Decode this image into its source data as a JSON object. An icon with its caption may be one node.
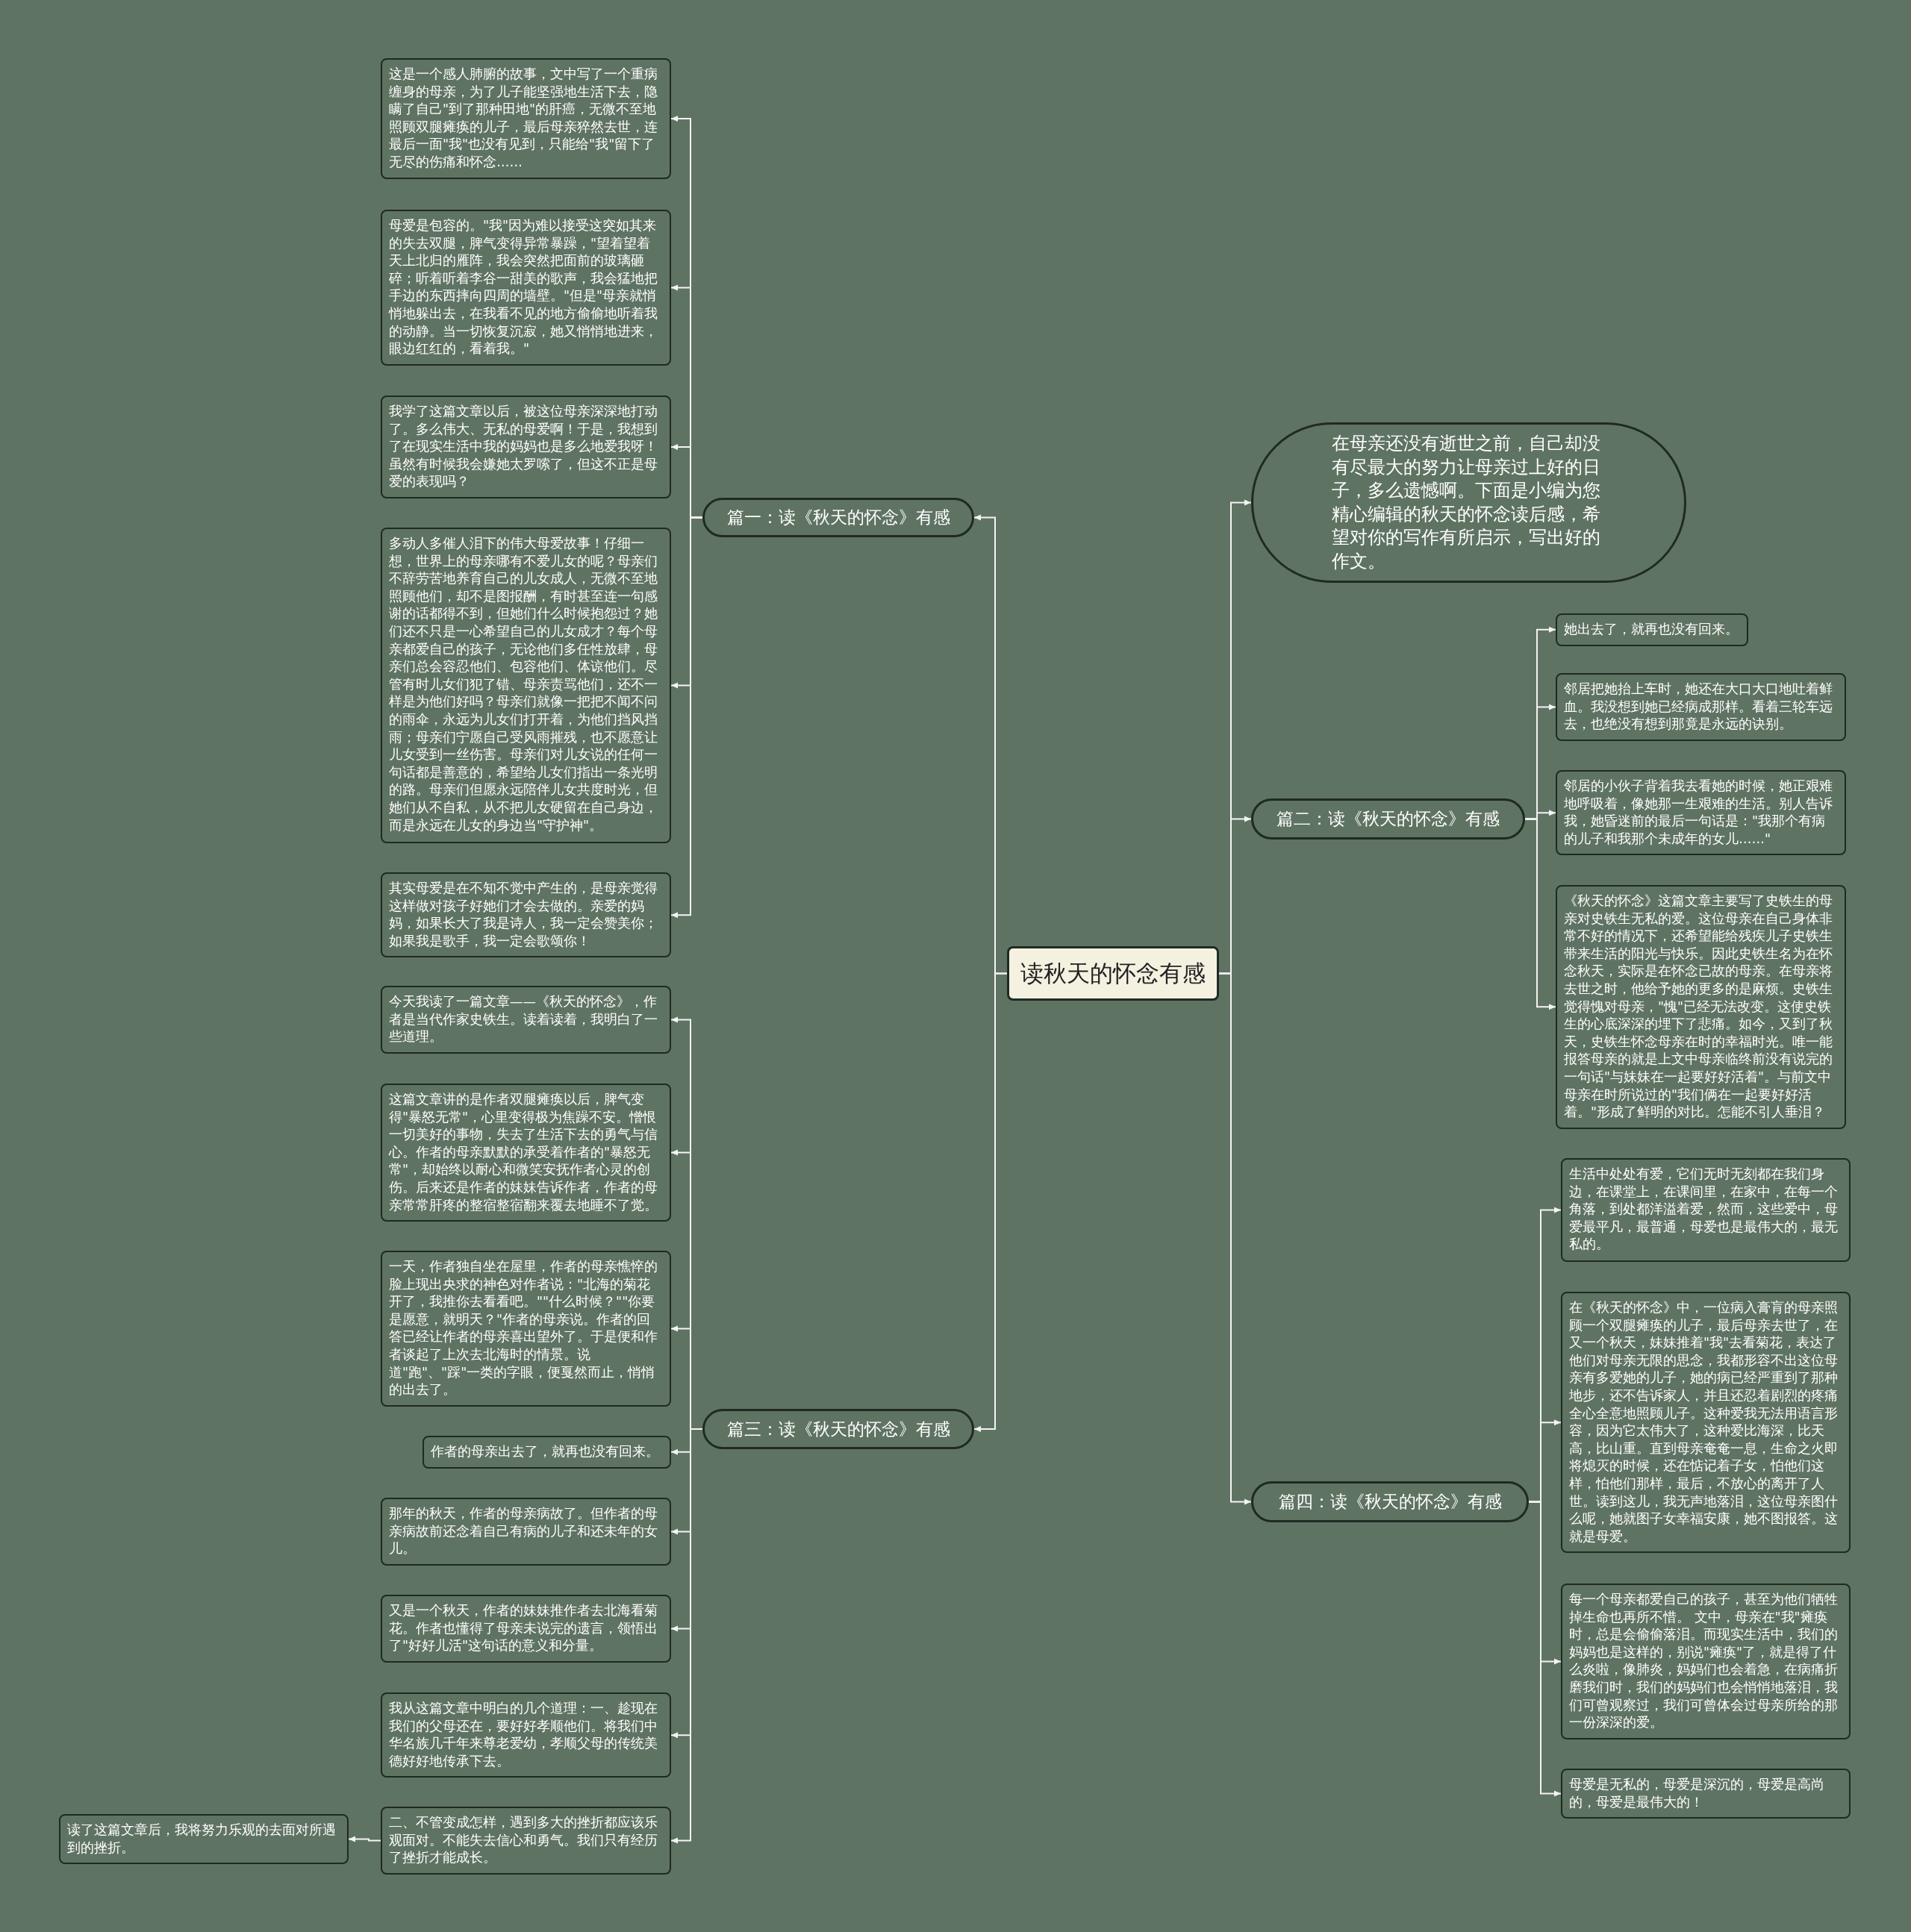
{
  "diagram": {
    "nodes": [
      {
        "text": [
          "读秋天的怀念有感"
        ]
      },
      {
        "text": [
          "在母亲还没有逝世之前，自己却没有尽最大的努力让母亲过上好的日子，多么遗憾啊。下面是小编为您精心编辑的秋天的怀念读后感，希望对你的写作有所启示，写出好的作文。"
        ]
      },
      {
        "text": [
          "篇一：读《秋天的怀念》有感"
        ]
      },
      {
        "text": [
          "这是一个感人肺腑的故事，文中写了一个重病缠身的母亲，为了儿子能坚强地生活下去，隐瞒了自己\"到了那种田地\"的肝癌，无微不至地照顾双腿瘫痪的儿子，最后母亲猝然去世，连最后一面\"我\"也没有见到，只能给\"我\"留下了无尽的伤痛和怀念……"
        ]
      },
      {
        "text": [
          "母爱是包容的。\"我\"因为难以接受这突如其来的失去双腿，脾气变得异常暴躁，\"望着望着天上北归的雁阵，我会突然把面前的玻璃砸碎；听着听着李谷一甜美的歌声，我会猛地把手边的东西摔向四周的墙壁。\"但是\"母亲就悄悄地躲出去，在我看不见的地方偷偷地听着我的动静。当一切恢复沉寂，她又悄悄地进来，眼边红红的，看着我。\""
        ]
      },
      {
        "text": [
          "我学了这篇文章以后，被这位母亲深深地打动了。多么伟大、无私的母爱啊！于是，我想到了在现实生活中我的妈妈也是多么地爱我呀！虽然有时候我会嫌她太罗嗦了，但这不正是母爱的表现吗？"
        ]
      },
      {
        "text": [
          "多动人多催人泪下的伟大母爱故事！仔细一想，世界上的母亲哪有不爱儿女的呢？母亲们不辞劳苦地养育自己的儿女成人，无微不至地照顾他们，却不是图报酬，有时甚至连一句感谢的话都得不到，但她们什么时候抱怨过？她们还不只是一心希望自己的儿女成才？每个母亲都爱自己的孩子，无论他们多任性放肆，母亲们总会容忍他们、包容他们、体谅他们。尽管有时儿女们犯了错、母亲责骂他们，还不一样是为他们好吗？母亲们就像一把把不闻不问的雨伞，永远为儿女们打开着，为他们挡风挡雨；母亲们宁愿自己受风雨摧残，也不愿意让儿女受到一丝伤害。母亲们对儿女说的任何一句话都是善意的，希望给儿女们指出一条光明的路。母亲们但愿永远陪伴儿女共度时光，但她们从不自私，从不把儿女硬留在自己身边，而是永远在儿女的身边当\"守护神\"。"
        ]
      },
      {
        "text": [
          "其实母爱是在不知不觉中产生的，是母亲觉得这样做对孩子好她们才会去做的。亲爱的妈妈，如果长大了我是诗人，我一定会赞美你；如果我是歌手，我一定会歌颂你！"
        ]
      },
      {
        "text": [
          "篇二：读《秋天的怀念》有感"
        ]
      },
      {
        "text": [
          "她出去了，就再也没有回来。"
        ]
      },
      {
        "text": [
          "邻居把她抬上车时，她还在大口大口地吐着鲜血。我没想到她已经病成那样。看着三轮车远去，也绝没有想到那竟是永远的诀别。"
        ]
      },
      {
        "text": [
          "邻居的小伙子背着我去看她的时候，她正艰难地呼吸着，像她那一生艰难的生活。别人告诉我，她昏迷前的最后一句话是：\"我那个有病的儿子和我那个未成年的女儿……\""
        ]
      },
      {
        "text": [
          "《秋天的怀念》这篇文章主要写了史铁生的母亲对史铁生无私的爱。这位母亲在自己身体非常不好的情况下，还希望能给残疾儿子史铁生带来生活的阳光与快乐。因此史铁生名为在怀念秋天，实际是在怀念已故的母亲。在母亲将去世之时，他给予她的更多的是麻烦。史铁生觉得愧对母亲，\"愧\"已经无法改变。这使史铁生的心底深深的埋下了悲痛。如今，又到了秋天，史铁生怀念母亲在时的幸福时光。唯一能报答母亲的就是上文中母亲临终前没有说完的一句话\"与妹妹在一起要好好活着\"。与前文中母亲在时所说过的\"我们俩在一起要好好活着。\"形成了鲜明的对比。怎能不引人垂泪？"
        ]
      },
      {
        "text": [
          "篇三：读《秋天的怀念》有感"
        ]
      },
      {
        "text": [
          "今天我读了一篇文章——《秋天的怀念》，作者是当代作家史铁生。读着读着，我明白了一些道理。"
        ]
      },
      {
        "text": [
          "这篇文章讲的是作者双腿瘫痪以后，脾气变得\"暴怒无常\"，心里变得极为焦躁不安。憎恨一切美好的事物，失去了生活下去的勇气与信心。作者的母亲默默的承受着作者的\"暴怒无常\"，却始终以耐心和微笑安抚作者心灵的创伤。后来还是作者的妹妹告诉作者，作者的母亲常常肝疼的整宿整宿翻来覆去地睡不了觉。"
        ]
      },
      {
        "text": [
          "一天，作者独自坐在屋里，作者的母亲憔悴的脸上现出央求的神色对作者说：\"北海的菊花开了，我推你去看看吧。\"\"什么时候？\"\"你要是愿意，就明天？\"作者的母亲说。作者的回答已经让作者的母亲喜出望外了。于是便和作者谈起了上次去北海时的情景。说道\"跑\"、\"踩\"一类的字眼，便戛然而止，悄悄的出去了。"
        ]
      },
      {
        "text": [
          "作者的母亲出去了，就再也没有回来。"
        ]
      },
      {
        "text": [
          "那年的秋天，作者的母亲病故了。但作者的母亲病故前还念着自己有病的儿子和还未年的女儿。"
        ]
      },
      {
        "text": [
          "又是一个秋天，作者的妹妹推作者去北海看菊花。作者也懂得了母亲未说完的遗言，领悟出了\"好好儿活\"这句话的意义和分量。"
        ]
      },
      {
        "text": [
          "我从这篇文章中明白的几个道理：一、趁现在我们的父母还在，要好好孝顺他们。将我们中华名族几千年来尊老爱幼，孝顺父母的传统美德好好地传承下去。"
        ]
      },
      {
        "text": [
          "二、不管变成怎样，遇到多大的挫折都应该乐观面对。不能失去信心和勇气。我们只有经历了挫折才能成长。"
        ]
      },
      {
        "text": [
          "读了这篇文章后，我将努力乐观的去面对所遇到的挫折。"
        ]
      },
      {
        "text": [
          "篇四：读《秋天的怀念》有感"
        ]
      },
      {
        "text": [
          "生活中处处有爱，它们无时无刻都在我们身边，在课堂上，在课间里，在家中，在每一个角落，到处都洋溢着爱，然而，这些爱中，母爱最平凡，最普通，母爱也是最伟大的，最无私的。"
        ]
      },
      {
        "text": [
          "在《秋天的怀念》中，一位病入膏肓的母亲照顾一个双腿瘫痪的儿子，最后母亲去世了，在又一个秋天，妹妹推着\"我\"去看菊花，表达了他们对母亲无限的思念，我都形容不出这位母亲有多爱她的儿子，她的病已经严重到了那种地步，还不告诉家人，并且还忍着剧烈的疼痛全心全意地照顾儿子。这种爱我无法用语言形容，因为它太伟大了，这种爱比海深，比天高，比山重。直到母亲奄奄一息，生命之火即将熄灭的时候，还在惦记着子女，怕他们这样，怕他们那样，最后，不放心的离开了人世。读到这儿，我无声地落泪，这位母亲图什么呢，她就图子女幸福安康，她不图报答。这就是母爱。"
        ]
      },
      {
        "text": [
          "每一个母亲都爱自己的孩子，甚至为他们牺牲掉生命也再所不惜。 文中，母亲在\"我\"瘫痪时，总是会偷偷落泪。而现实生活中，我们的妈妈也是这样的，别说\"瘫痪\"了，就是得了什么炎啦，像肺炎，妈妈们也会着急，在病痛折磨我们时，我们的妈妈们也会悄悄地落泪，我们可曾观察过，我们可曾体会过母亲所给的那一份深深的爱。"
        ]
      },
      {
        "text": [
          "母爱是无私的，母爱是深沉的，母爱是高尚的，母爱是最伟大的！"
        ]
      }
    ],
    "edges": [
      {
        "from": 0,
        "to": 1,
        "arrow": "to"
      },
      {
        "from": 0,
        "to": 2,
        "arrow": "to"
      },
      {
        "from": 0,
        "to": 8,
        "arrow": "to"
      },
      {
        "from": 0,
        "to": 13,
        "arrow": "to"
      },
      {
        "from": 0,
        "to": 23,
        "arrow": "to"
      },
      {
        "from": 2,
        "to": 3,
        "arrow": "to"
      },
      {
        "from": 2,
        "to": 4,
        "arrow": "to"
      },
      {
        "from": 2,
        "to": 5,
        "arrow": "to"
      },
      {
        "from": 2,
        "to": 6,
        "arrow": "to"
      },
      {
        "from": 2,
        "to": 7,
        "arrow": "to"
      },
      {
        "from": 8,
        "to": 9,
        "arrow": "to"
      },
      {
        "from": 8,
        "to": 10,
        "arrow": "to"
      },
      {
        "from": 8,
        "to": 11,
        "arrow": "to"
      },
      {
        "from": 8,
        "to": 12,
        "arrow": "to"
      },
      {
        "from": 13,
        "to": 14,
        "arrow": "to"
      },
      {
        "from": 13,
        "to": 15,
        "arrow": "to"
      },
      {
        "from": 13,
        "to": 16,
        "arrow": "to"
      },
      {
        "from": 13,
        "to": 17,
        "arrow": "to"
      },
      {
        "from": 13,
        "to": 18,
        "arrow": "to"
      },
      {
        "from": 13,
        "to": 19,
        "arrow": "to"
      },
      {
        "from": 13,
        "to": 20,
        "arrow": "to"
      },
      {
        "from": 13,
        "to": 21,
        "arrow": "to"
      },
      {
        "from": 21,
        "to": 22,
        "arrow": "to"
      },
      {
        "from": 23,
        "to": 24,
        "arrow": "to"
      },
      {
        "from": 23,
        "to": 25,
        "arrow": "to"
      },
      {
        "from": 23,
        "to": 26,
        "arrow": "to"
      },
      {
        "from": 23,
        "to": 27,
        "arrow": "to"
      }
    ]
  }
}
